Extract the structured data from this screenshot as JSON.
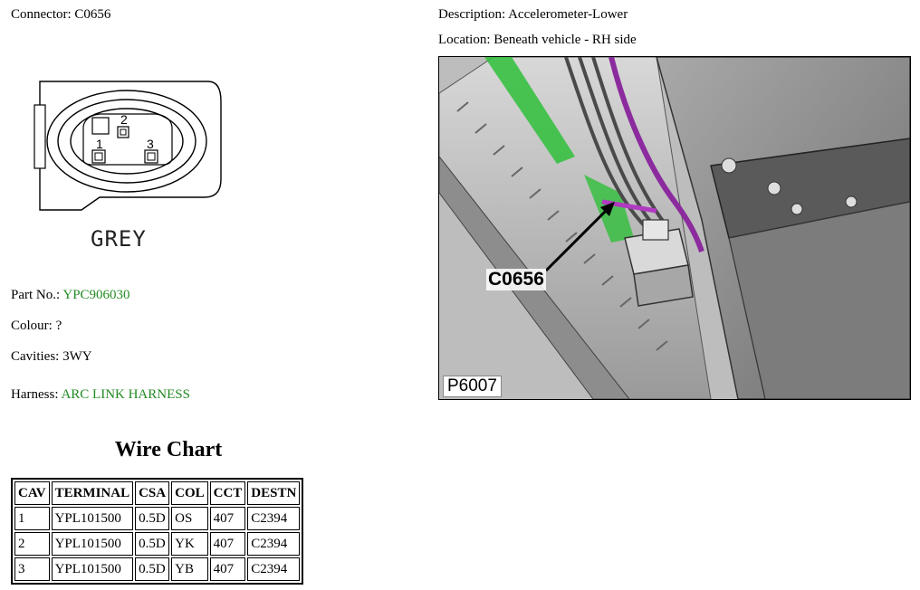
{
  "connector": {
    "label": "Connector:",
    "value": "C0656"
  },
  "description": {
    "label": "Description:",
    "value": "Accelerometer-Lower"
  },
  "location": {
    "label": "Location:",
    "value": "Beneath vehicle - RH side"
  },
  "diagram": {
    "pin_labels": [
      "1",
      "2",
      "3"
    ],
    "colour_label": "GREY"
  },
  "details": {
    "part_no": {
      "label": "Part No.:",
      "value": "YPC906030"
    },
    "colour": {
      "label": "Colour:",
      "value": "?"
    },
    "cavities": {
      "label": "Cavities:",
      "value": "3WY"
    },
    "harness": {
      "label": "Harness:",
      "value": "ARC LINK HARNESS"
    }
  },
  "wire_chart": {
    "title": "Wire Chart",
    "headers": [
      "CAV",
      "TERMINAL",
      "CSA",
      "COL",
      "CCT",
      "DESTN"
    ],
    "rows": [
      [
        "1",
        "YPL101500",
        "0.5D",
        "OS",
        "407",
        "C2394"
      ],
      [
        "2",
        "YPL101500",
        "0.5D",
        "YK",
        "407",
        "C2394"
      ],
      [
        "3",
        "YPL101500",
        "0.5D",
        "YB",
        "407",
        "C2394"
      ]
    ]
  },
  "photo": {
    "callout": "C0656",
    "code": "P6007"
  },
  "colors": {
    "link_green": "#228b22",
    "harness_purple": "#8b2b9e"
  }
}
